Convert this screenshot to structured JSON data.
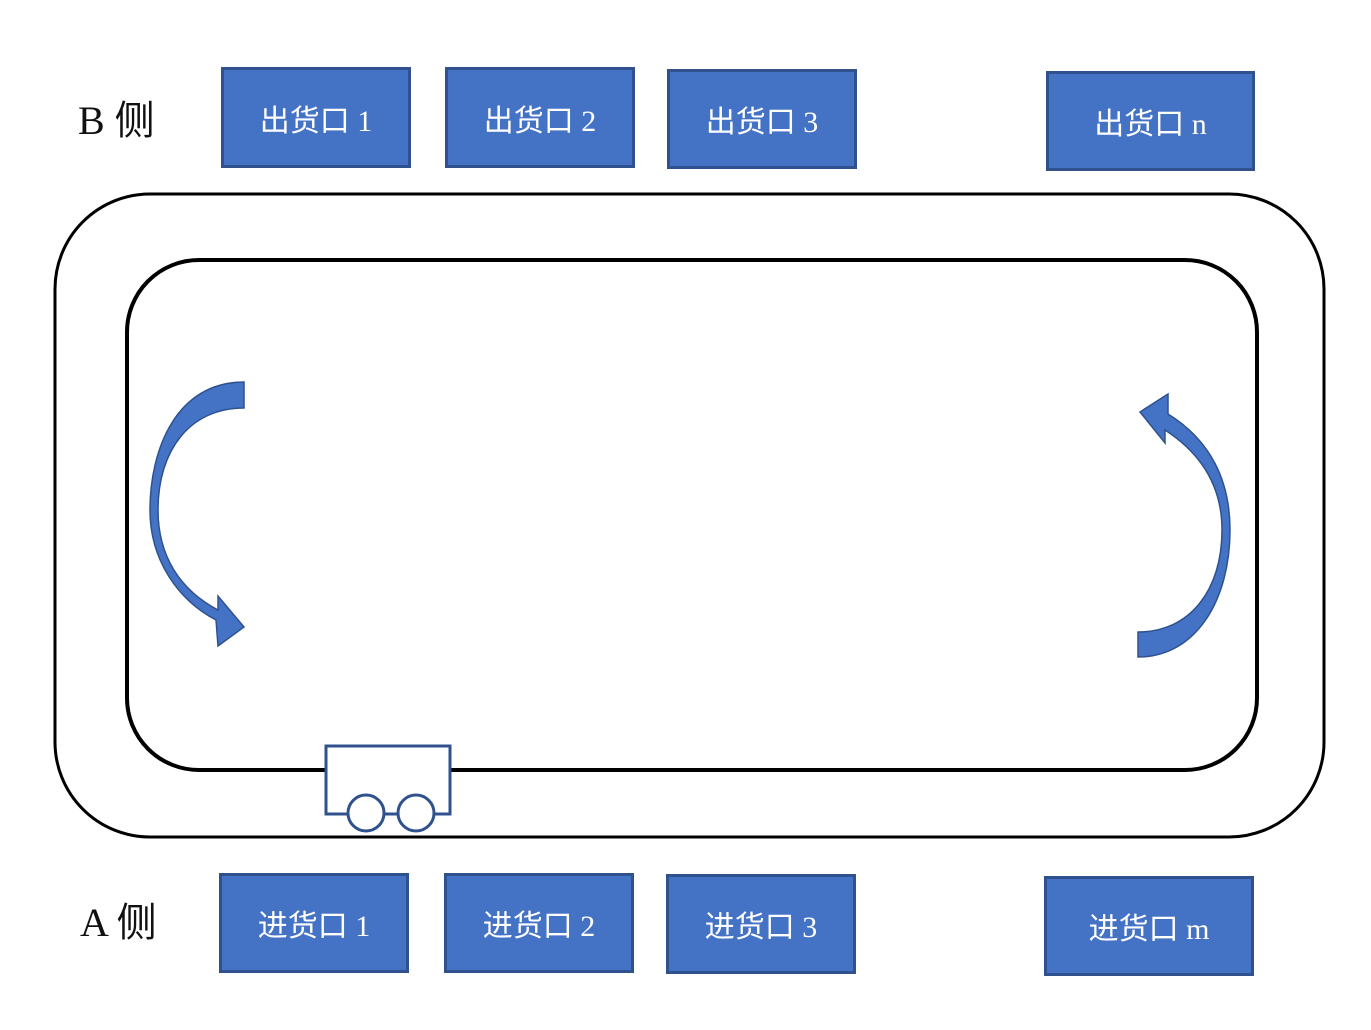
{
  "sides": {
    "b_label": "B 侧",
    "a_label": "A 侧"
  },
  "outlets": [
    {
      "label": "出货口 1"
    },
    {
      "label": "出货口 2"
    },
    {
      "label": "出货口 3"
    },
    {
      "label": "出货口 n"
    }
  ],
  "inlets": [
    {
      "label": "进货口 1"
    },
    {
      "label": "进货口 2"
    },
    {
      "label": "进货口 3"
    },
    {
      "label": "进货口 m"
    }
  ],
  "colors": {
    "port_fill": "#4472C4",
    "port_border": "#2F528F",
    "arrow_fill": "#4472C4",
    "track_stroke": "#000000",
    "cart_stroke": "#2F528F"
  }
}
